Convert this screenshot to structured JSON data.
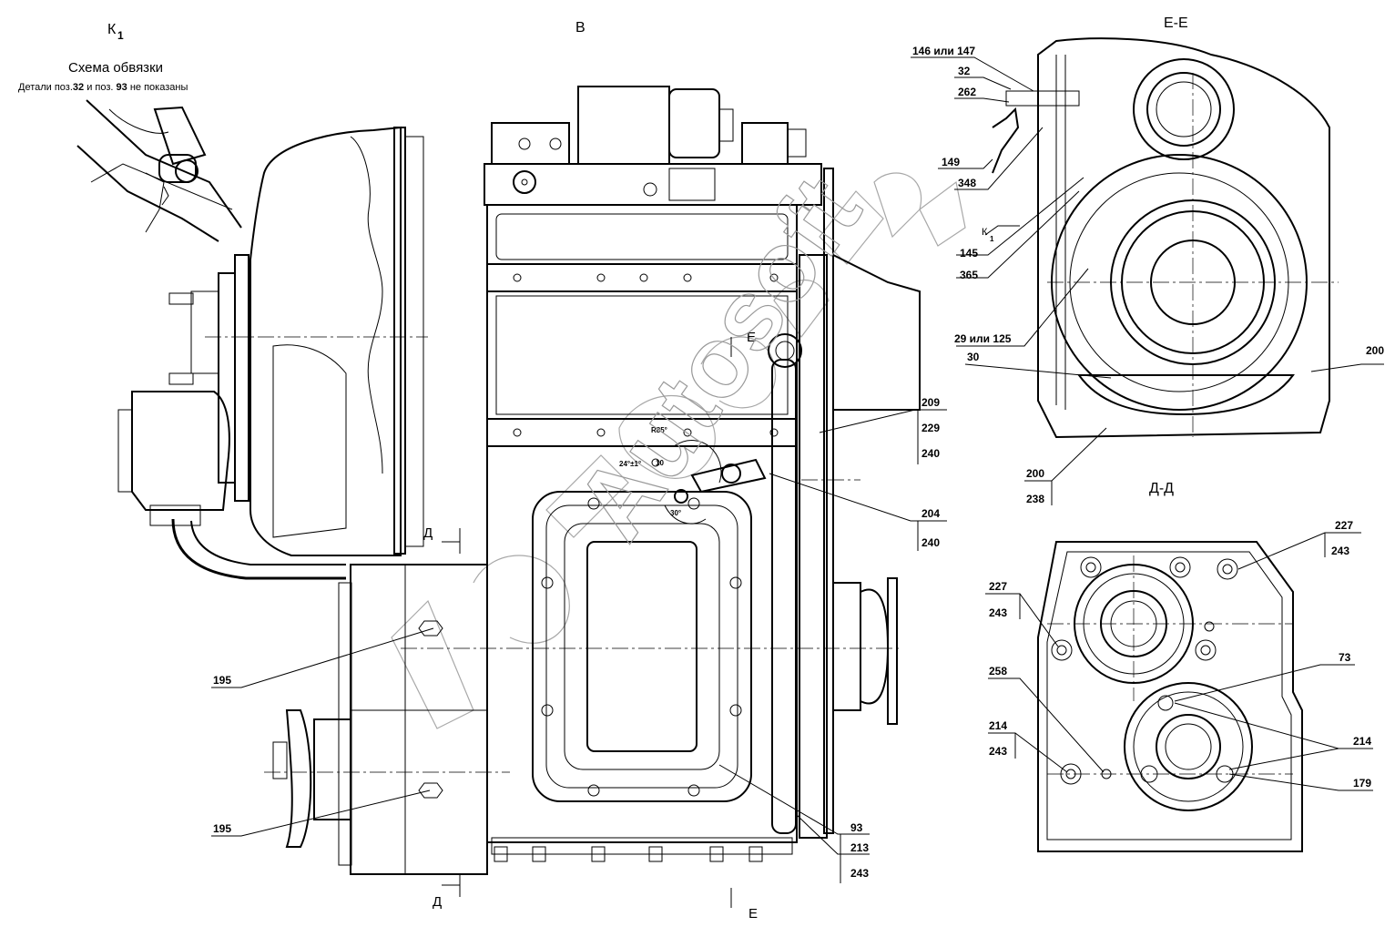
{
  "views": {
    "k1_title": "К",
    "k1_sub": "1",
    "b_title": "В",
    "ee_title": "Е-Е",
    "dd_title": "Д-Д"
  },
  "scheme": {
    "title": "Схема обвязки",
    "note_prefix": "Детали поз.",
    "note_p1": "32",
    "note_mid": " и поз. ",
    "note_p2": "93",
    "note_suffix": "  не показаны"
  },
  "cuts": {
    "e_top": "Е",
    "e_bottom": "Е",
    "d_mid": "Д",
    "d_bottom": "Д",
    "k_letter": "К",
    "k_sub": "1"
  },
  "dims": {
    "radius": "R85°",
    "angle1": "24°±1°",
    "angle2": "30°",
    "small_num": "10"
  },
  "callouts_main": {
    "c195a": "195",
    "c195b": "195",
    "c209": "209",
    "c229": "229",
    "c240a": "240",
    "c204": "204",
    "c240b": "240",
    "c93": "93",
    "c213": "213",
    "c243": "243"
  },
  "callouts_ee": {
    "c146": "146 или 147",
    "c32": "32",
    "c262": "262",
    "c149": "149",
    "c348": "348",
    "c145": "145",
    "c365": "365",
    "c29": "29 или 125",
    "c30": "30",
    "c200a": "200",
    "c200b": "200",
    "c238": "238"
  },
  "callouts_dd": {
    "c227a": "227",
    "c243a": "243",
    "c227b": "227",
    "c243b": "243",
    "c73": "73",
    "c258": "258",
    "c214a": "214",
    "c243c": "243",
    "c214b": "214",
    "c179": "179"
  },
  "watermark": "Autosoft"
}
